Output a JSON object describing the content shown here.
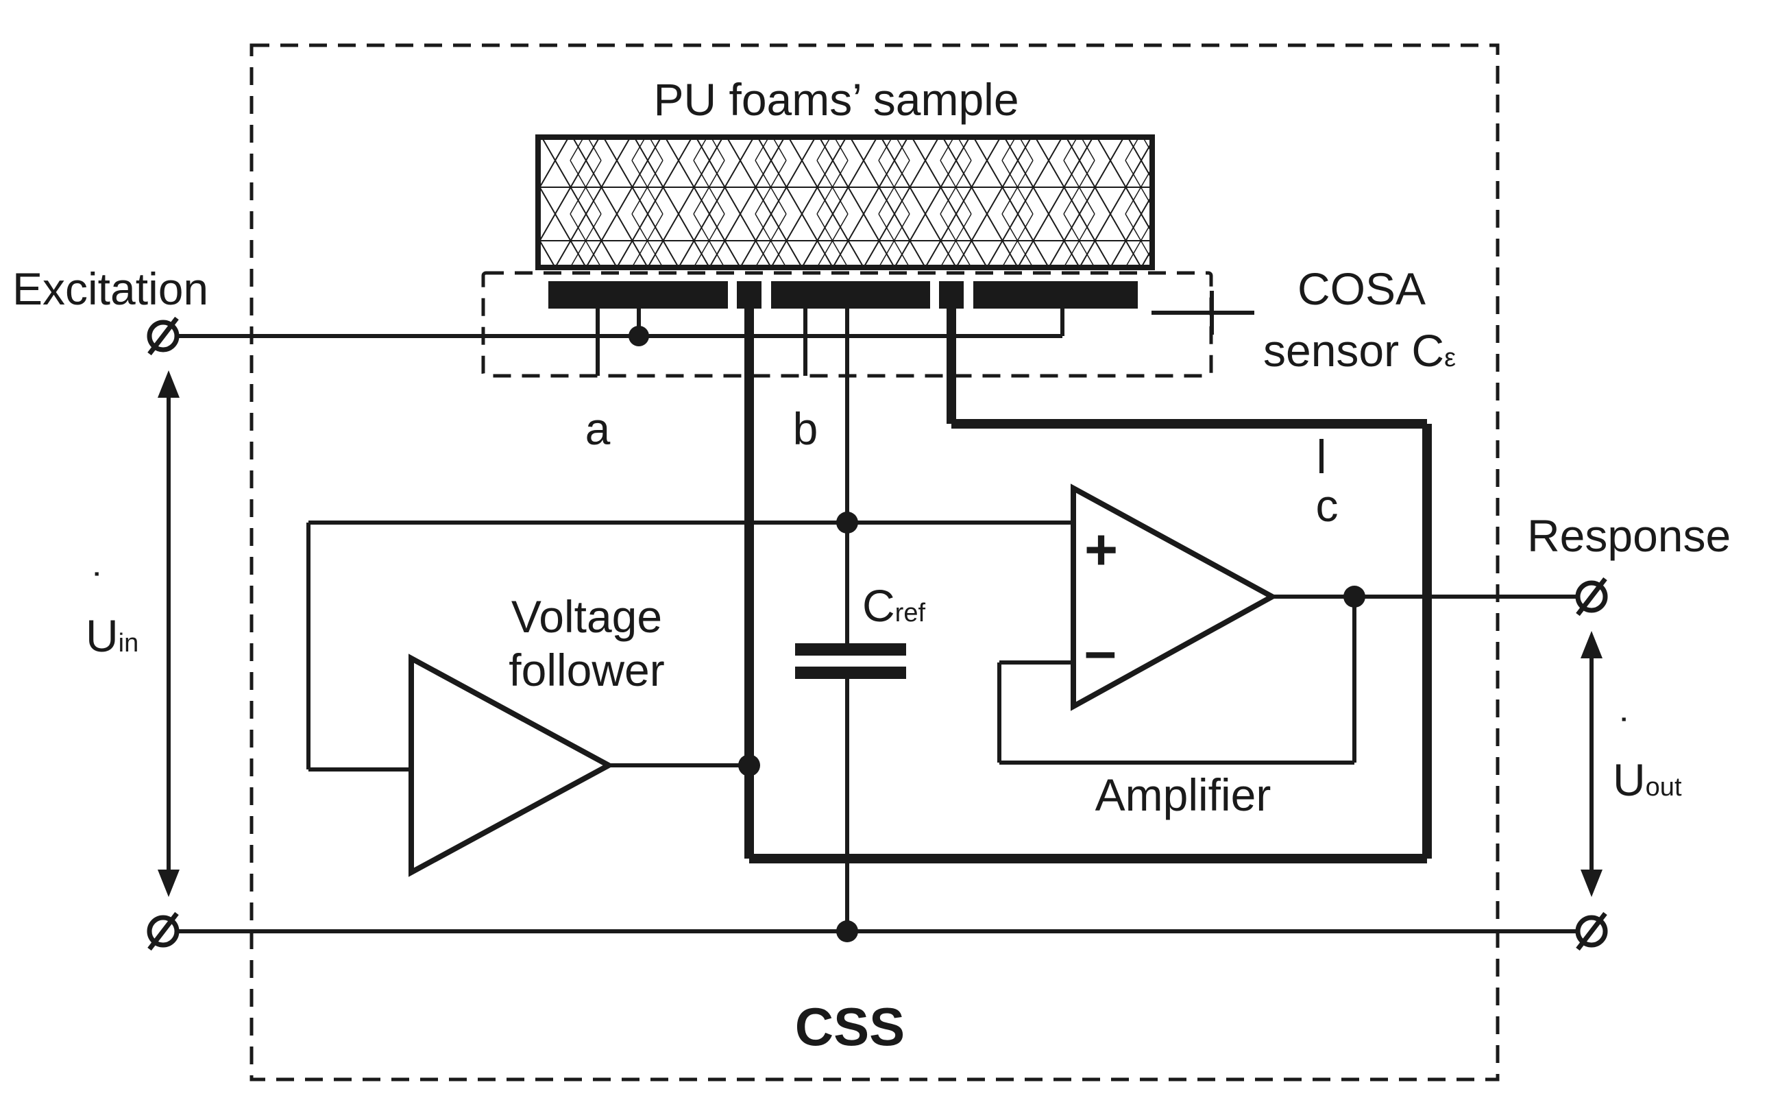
{
  "labels": {
    "sample": "PU foams’ sample",
    "excitation": "Excitation",
    "cosa_line1": "COSA",
    "cosa_line2": "sensor C",
    "cosa_sub": "ε",
    "electrode_a": "a",
    "electrode_b": "b",
    "electrode_c": "c",
    "response": "Response",
    "u_in": "U",
    "u_in_sub": "in",
    "u_out": "U",
    "u_out_sub": "out",
    "vf_line1": "Voltage",
    "vf_line2": "follower",
    "cref": "C",
    "cref_sub": "ref",
    "amplifier": "Amplifier",
    "plus": "+",
    "minus": "–",
    "css": "CSS"
  },
  "colors": {
    "ink": "#1a1a1a",
    "background": "#ffffff"
  }
}
